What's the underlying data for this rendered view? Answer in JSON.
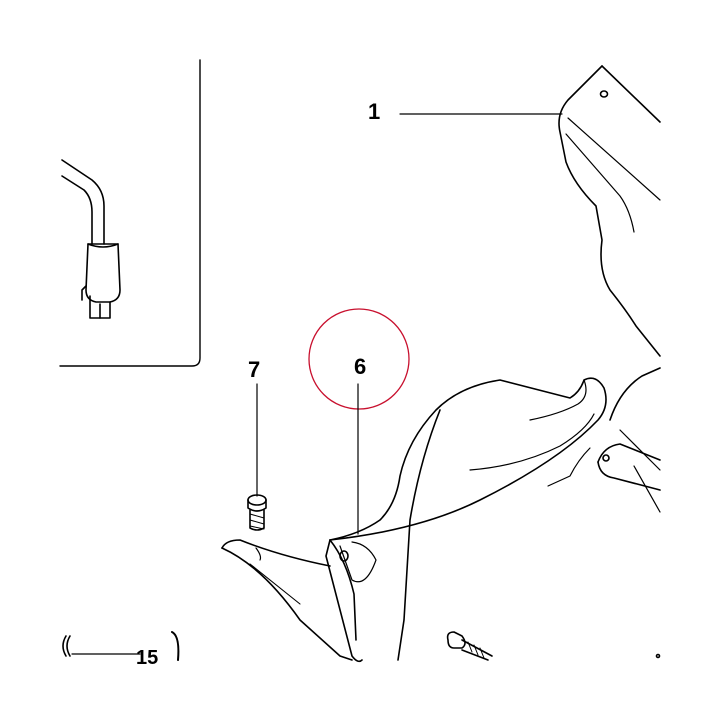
{
  "diagram": {
    "callouts": [
      {
        "id": "1",
        "label": "1"
      },
      {
        "id": "6",
        "label": "6"
      },
      {
        "id": "7",
        "label": "7"
      },
      {
        "id": "15",
        "label": "15"
      }
    ],
    "highlight_color": "#c8102e",
    "line_color": "#000000"
  }
}
